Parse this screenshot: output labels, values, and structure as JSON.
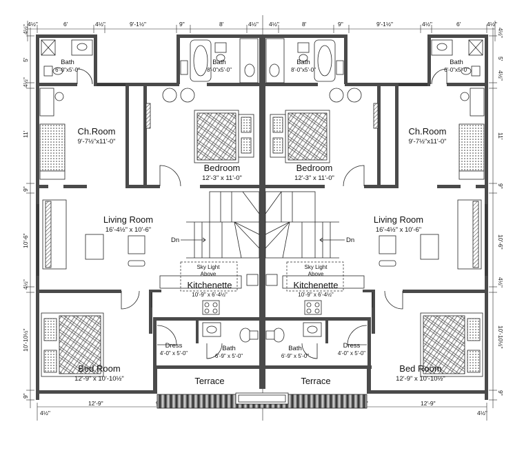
{
  "units": {
    "left": {
      "bath_top": {
        "name": "Bath",
        "size": "6'-0\"x5'-0\""
      },
      "bath_upper": {
        "name": "Bath",
        "size": "8'-0\"x5'-0\""
      },
      "child_room": {
        "name": "Ch.Room",
        "size": "9'-7½\"x11'-0\""
      },
      "bedroom": {
        "name": "Bedroom",
        "size": "12'-3\" x 11'-0\""
      },
      "living_room": {
        "name": "Living Room",
        "size": "16'-4½\" x 10'-6\""
      },
      "stair_label": "Dn",
      "skylight": {
        "line1": "Sky Light",
        "line2": "Above"
      },
      "kitchenette": {
        "name": "Kitchenette",
        "size": "10'-9\" x 6'-4½\""
      },
      "dress": {
        "name": "Dress",
        "size": "4'-0\" x 5'-0\""
      },
      "bath_lower": {
        "name": "Bath",
        "size": "6'-9\" x 5'-0\""
      },
      "bed_room": {
        "name": "Bed Room",
        "size": "12'-9\" x 10'-10½\""
      },
      "terrace": {
        "name": "Terrace"
      }
    },
    "right": {
      "bath_top": {
        "name": "Bath",
        "size": "6'-0\"x5'-0\""
      },
      "bath_upper": {
        "name": "Bath",
        "size": "8'-0\"x5'-0\""
      },
      "child_room": {
        "name": "Ch.Room",
        "size": "9'-7½\"x11'-0\""
      },
      "bedroom": {
        "name": "Bedroom",
        "size": "12'-3\" x 11'-0\""
      },
      "living_room": {
        "name": "Living Room",
        "size": "16'-4½\" x 10'-6\""
      },
      "stair_label": "Dn",
      "skylight": {
        "line1": "Sky Light",
        "line2": "Above"
      },
      "kitchenette": {
        "name": "Kitchenette",
        "size": "10'-9\" x 6'-4½\""
      },
      "dress": {
        "name": "Dress",
        "size": "4'-0\" x 5'-0\""
      },
      "bath_lower": {
        "name": "Bath",
        "size": "6'-9\" x 5'-0\""
      },
      "bed_room": {
        "name": "Bed Room",
        "size": "12'-9\" x 10'-10½\""
      },
      "terrace": {
        "name": "Terrace"
      }
    }
  },
  "dimensions": {
    "top_left": [
      "4½\"",
      "6'",
      "4½\"",
      "9'-1½\"",
      "9\"",
      "8'",
      "4½\""
    ],
    "top_right": [
      "4½\"",
      "8'",
      "9\"",
      "9'-1½\"",
      "4½\"",
      "6'",
      "4½\""
    ],
    "left_side": [
      "4½\"",
      "5'",
      "4½\"",
      "11'",
      "9\"",
      "10'-6\"",
      "4½\"",
      "10'-10½\"",
      "9\""
    ],
    "right_side": [
      "4½\"",
      "5'",
      "4½\"",
      "11'",
      "9\"",
      "10'-6\"",
      "4½\"",
      "10'-10½\"",
      "9\""
    ],
    "bottom_left": [
      "4½\"",
      "12'-9\"",
      "9\""
    ],
    "bottom_right": [
      "9\"",
      "12'-9\"",
      "4½\""
    ]
  }
}
